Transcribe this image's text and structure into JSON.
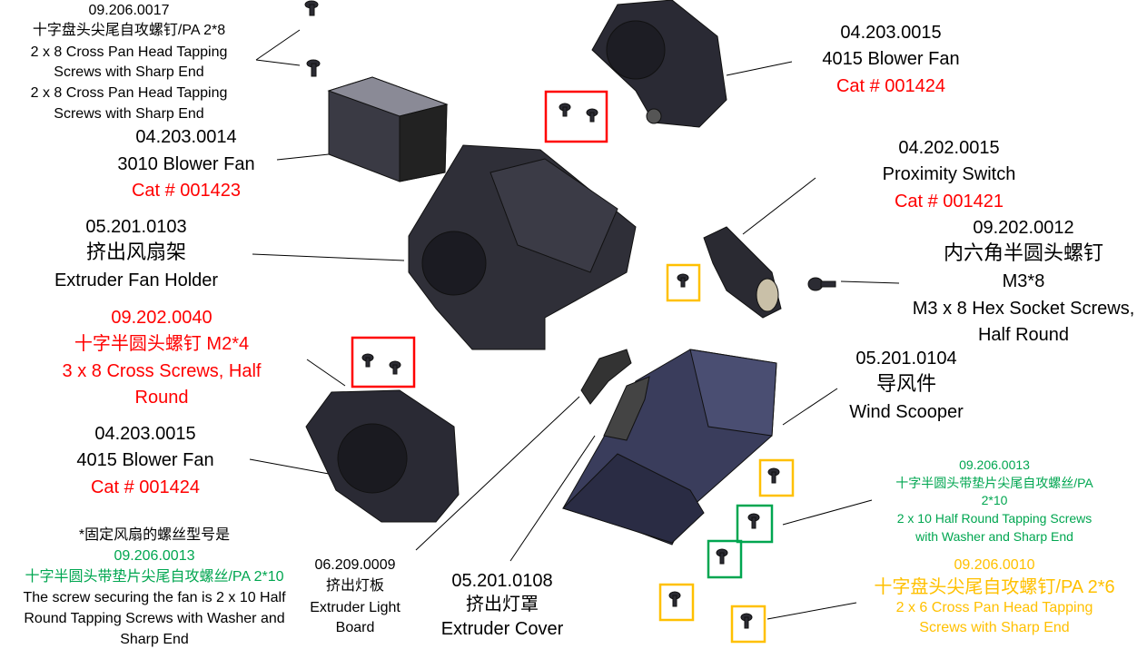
{
  "colors": {
    "red": "#ff0000",
    "green": "#00a650",
    "yellow": "#ffc000",
    "part": "#2b2b33"
  },
  "labels": {
    "screw_0017": {
      "code": "09.206.0017",
      "cn": "十字盘头尖尾自攻螺钉/PA 2*8",
      "en1": "2 x 8 Cross Pan Head Tapping",
      "en2": "Screws with Sharp End",
      "en3": "2 x 8 Cross Pan Head Tapping",
      "en4": "Screws with Sharp End"
    },
    "fan_3010": {
      "code": "04.203.0014",
      "name": "3010 Blower Fan",
      "cat": "Cat # 001423"
    },
    "fan_holder": {
      "code": "05.201.0103",
      "cn": "挤出风扇架",
      "en": "Extruder Fan Holder"
    },
    "screw_0040": {
      "code": "09.202.0040",
      "cn": "十字半圆头螺钉 M2*4",
      "en1": "3 x 8 Cross Screws, Half",
      "en2": "Round"
    },
    "fan_4015_left": {
      "code": "04.203.0015",
      "name": "4015 Blower Fan",
      "cat": "Cat # 001424"
    },
    "fan_note": {
      "cn": "*固定风扇的螺丝型号是",
      "code": "09.206.0013",
      "spec": "十字半圆头带垫片尖尾自攻螺丝/PA 2*10",
      "en1": "The screw securing the fan is 2 x 10 Half",
      "en2": "Round Tapping Screws with Washer and",
      "en3": "Sharp End"
    },
    "light_board": {
      "code": "06.209.0009",
      "cn": "挤出灯板",
      "en1": "Extruder Light",
      "en2": "Board"
    },
    "cover": {
      "code": "05.201.0108",
      "cn": "挤出灯罩",
      "en": "Extruder Cover"
    },
    "fan_4015_right": {
      "code": "04.203.0015",
      "name": "4015 Blower Fan",
      "cat": "Cat # 001424"
    },
    "prox_switch": {
      "code": "04.202.0015",
      "name": "Proximity Switch",
      "cat": "Cat # 001421"
    },
    "screw_0012": {
      "code": "09.202.0012",
      "cn": "内六角半圆头螺钉",
      "size": "M3*8",
      "en1": "M3 x 8 Hex Socket Screws,",
      "en2": "Half Round"
    },
    "scooper": {
      "code": "05.201.0104",
      "cn": "导风件",
      "en": "Wind Scooper"
    },
    "screw_0013": {
      "code": "09.206.0013",
      "cn": "十字半圆头带垫片尖尾自攻螺丝/PA",
      "size": "2*10",
      "en1": "2 x 10 Half Round Tapping Screws",
      "en2": "with Washer and Sharp End"
    },
    "screw_0010": {
      "code": "09.206.0010",
      "cn": "十字盘头尖尾自攻螺钉/PA 2*6",
      "en1": "2 x 6 Cross Pan Head Tapping",
      "en2": "Screws with Sharp End"
    }
  }
}
